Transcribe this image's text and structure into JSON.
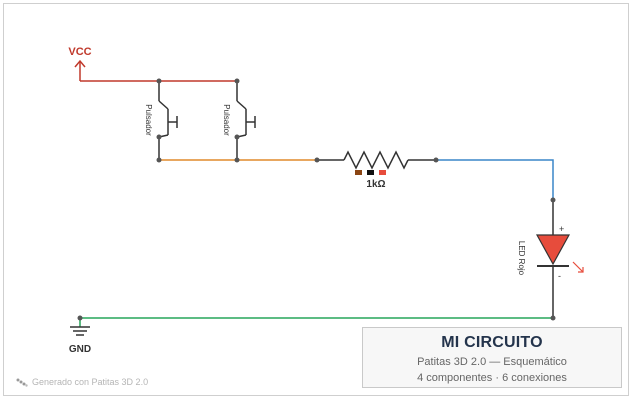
{
  "labels": {
    "vcc": "VCC",
    "gnd": "GND",
    "switch1": "Pulsador",
    "switch2": "Pulsador",
    "resistor_value": "1kΩ",
    "led": "LED Rojo",
    "led_plus": "+",
    "led_minus": "-"
  },
  "title_block": {
    "title": "MI CIRCUITO",
    "subtitle": "Patitas 3D 2.0 — Esquemático",
    "meta": "4 componentes · 6 conexiones"
  },
  "footer": {
    "text": "Generado con Patitas 3D 2.0",
    "icon": "patitas-logo-icon"
  },
  "colors": {
    "vcc_wire": "#c0392b",
    "orange_wire": "#e08a2c",
    "blue_wire": "#3a86c8",
    "green_wire": "#27a55a",
    "component": "#333333",
    "led_fill": "#e74c3c",
    "node": "#555555"
  }
}
